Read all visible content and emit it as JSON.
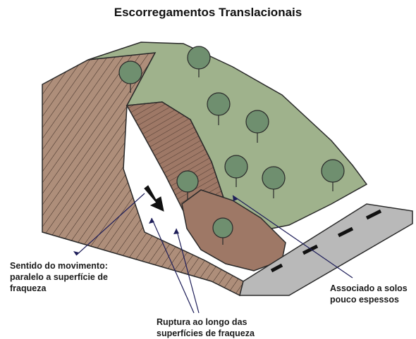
{
  "title": "Escorregamentos Translacionais",
  "labels": {
    "movement": [
      "Sentido do movimento:",
      "paralelo a superfície de",
      "fraqueza"
    ],
    "soils": [
      "Associado a solos",
      "pouco espessos"
    ],
    "rupture": [
      "Ruptura ao longo das",
      "superfícies de fraqueza"
    ]
  },
  "colors": {
    "grass": "#9fb28c",
    "soil": "#ae8e7a",
    "slide_mass": "#9e7866",
    "road": "#b9b9b9",
    "tree": "#6f8f6f",
    "outline": "#2a2a2a",
    "arrow_line": "#1f1f5a"
  }
}
